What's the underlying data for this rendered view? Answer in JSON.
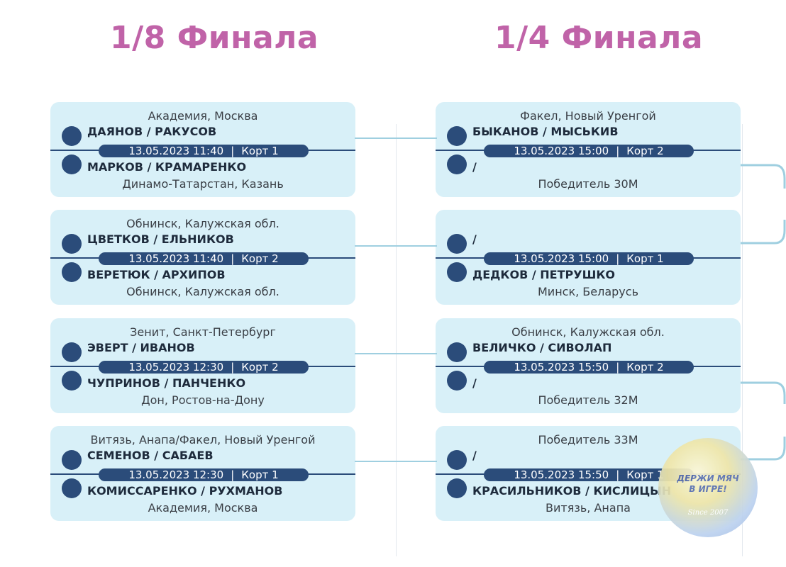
{
  "rounds": [
    {
      "title": "1/8 Финала"
    },
    {
      "title": "1/4 Финала"
    }
  ],
  "matches_r1": [
    {
      "top_label": "Академия, Москва",
      "team1": "ДАЯНОВ / РАКУСОВ",
      "date": "13.05.2023 11:40",
      "sep": "|",
      "court": "Корт 1",
      "team2": "МАРКОВ / КРАМАРЕНКО",
      "bottom_label": "Динамо-Татарстан, Казань"
    },
    {
      "top_label": "Обнинск, Калужская обл.",
      "team1": "ЦВЕТКОВ / ЕЛЬНИКОВ",
      "date": "13.05.2023 11:40",
      "sep": "|",
      "court": "Корт 2",
      "team2": "ВЕРЕТЮК / АРХИПОВ",
      "bottom_label": "Обнинск, Калужская обл."
    },
    {
      "top_label": "Зенит, Санкт-Петербург",
      "team1": "ЭВЕРТ / ИВАНОВ",
      "date": "13.05.2023 12:30",
      "sep": "|",
      "court": "Корт 2",
      "team2": "ЧУПРИНОВ / ПАНЧЕНКО",
      "bottom_label": "Дон, Ростов-на-Дону"
    },
    {
      "top_label": "Витязь, Анапа/Факел, Новый Уренгой",
      "team1": "СЕМЕНОВ / САБАЕВ",
      "date": "13.05.2023 12:30",
      "sep": "|",
      "court": "Корт 1",
      "team2": "КОМИССАРЕНКО / РУХМАНОВ",
      "bottom_label": "Академия, Москва"
    }
  ],
  "matches_r2": [
    {
      "top_label": "Факел, Новый Уренгой",
      "team1": "БЫКАНОВ / МЫСЬКИВ",
      "date": "13.05.2023 15:00",
      "sep": "|",
      "court": "Корт 2",
      "team2": "/",
      "bottom_label": "Победитель 30М"
    },
    {
      "top_label": "",
      "team1": "/",
      "date": "13.05.2023 15:00",
      "sep": "|",
      "court": "Корт 1",
      "team2": "ДЕДКОВ / ПЕТРУШКО",
      "bottom_label": "Минск, Беларусь"
    },
    {
      "top_label": "Обнинск, Калужская обл.",
      "team1": "ВЕЛИЧКО / СИВОЛАП",
      "date": "13.05.2023 15:50",
      "sep": "|",
      "court": "Корт 2",
      "team2": "/",
      "bottom_label": "Победитель 32М"
    },
    {
      "top_label": "Победитель 33М",
      "team1": "/",
      "date": "13.05.2023 15:50",
      "sep": "|",
      "court": "Корт 1",
      "team2": "КРАСИЛЬНИКОВ / КИСЛИЦЫН",
      "bottom_label": "Витязь, Анапа"
    }
  ],
  "logo": {
    "line1": "ДЕРЖИ МЯЧ",
    "line2": "В ИГРЕ!",
    "since": "Since 2007"
  },
  "colors": {
    "title": "#c063a8",
    "card_bg": "#d8f0f8",
    "dark_blue": "#2b4c7a",
    "connector": "#9fcfe0"
  }
}
